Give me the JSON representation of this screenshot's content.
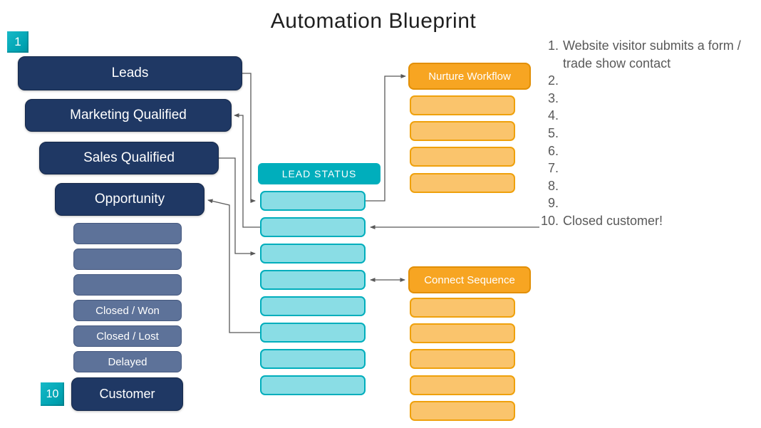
{
  "title": "Automation Blueprint",
  "badges": {
    "start": "1",
    "end": "10"
  },
  "funnel": {
    "stages": [
      {
        "label": "Leads"
      },
      {
        "label": "Marketing Qualified"
      },
      {
        "label": "Sales Qualified"
      },
      {
        "label": "Opportunity"
      }
    ],
    "outcomes": [
      {
        "label": ""
      },
      {
        "label": ""
      },
      {
        "label": ""
      },
      {
        "label": "Closed / Won"
      },
      {
        "label": "Closed / Lost"
      },
      {
        "label": "Delayed"
      }
    ],
    "customer_label": "Customer"
  },
  "lead_status": {
    "header": "LEAD STATUS"
  },
  "nurture_workflow": {
    "header": "Nurture Workflow"
  },
  "connect_sequence": {
    "header": "Connect Sequence"
  },
  "notes": [
    {
      "num": "1.",
      "text": "Website visitor submits a form / trade show contact"
    },
    {
      "num": "2.",
      "text": ""
    },
    {
      "num": "3.",
      "text": ""
    },
    {
      "num": "4.",
      "text": ""
    },
    {
      "num": "5.",
      "text": ""
    },
    {
      "num": "6.",
      "text": ""
    },
    {
      "num": "7.",
      "text": ""
    },
    {
      "num": "8.",
      "text": ""
    },
    {
      "num": "9.",
      "text": ""
    },
    {
      "num": "10.",
      "text": "Closed customer!"
    }
  ],
  "colors": {
    "navy": "#1F3864",
    "slate": "#5D7299",
    "teal": "#00AEBC",
    "cyan_fill": "#8ADDE5",
    "orange_header": "#F7A522",
    "orange_fill": "#FAC46C",
    "connector_gray": "#595959"
  }
}
